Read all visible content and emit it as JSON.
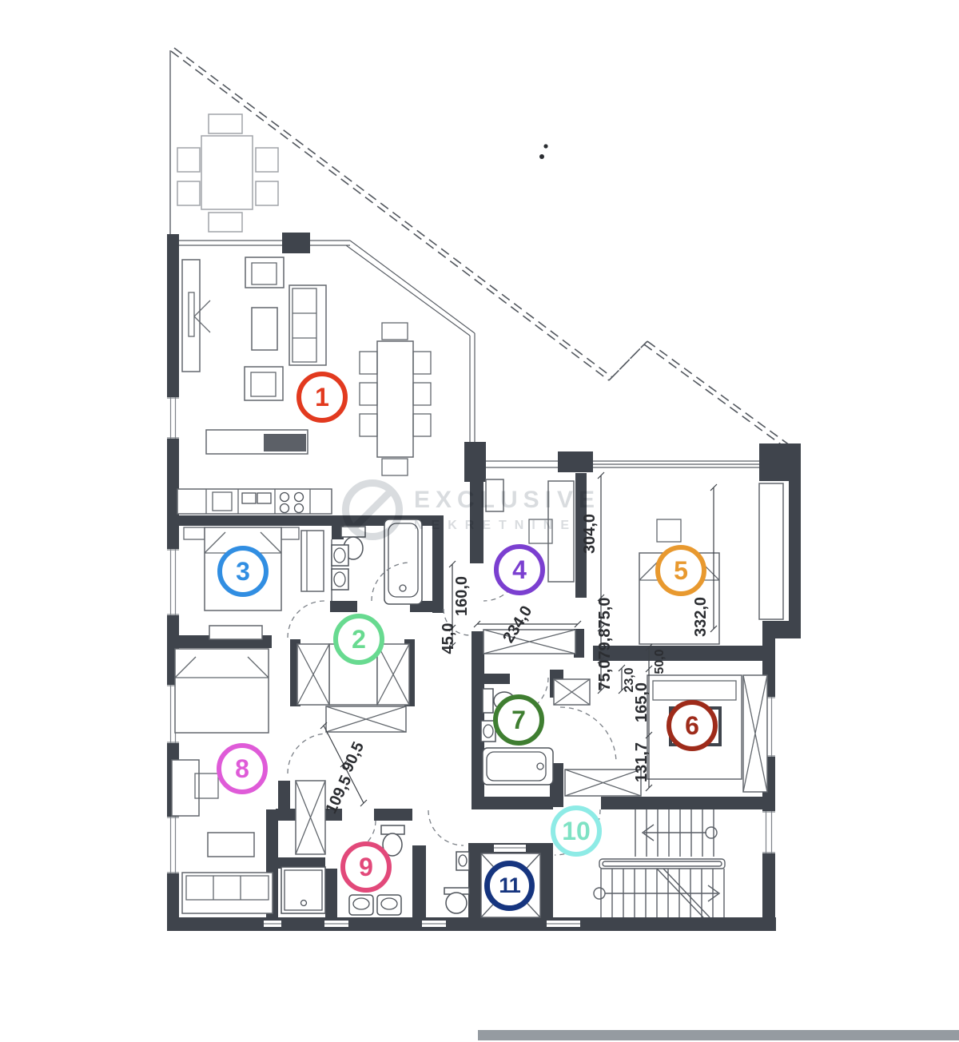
{
  "rooms": [
    {
      "number": "1",
      "color": "#e23a1f",
      "text_color": "#e23a1f"
    },
    {
      "number": "2",
      "color": "#68da90",
      "text_color": "#68da90"
    },
    {
      "number": "3",
      "color": "#318ee2",
      "text_color": "#318ee2"
    },
    {
      "number": "4",
      "color": "#7b3fd0",
      "text_color": "#7b3fd0"
    },
    {
      "number": "5",
      "color": "#e8992f",
      "text_color": "#e8992f"
    },
    {
      "number": "6",
      "color": "#9e2b1a",
      "text_color": "#9e2b1a"
    },
    {
      "number": "7",
      "color": "#3f7e31",
      "text_color": "#3f7e31"
    },
    {
      "number": "8",
      "color": "#df5bd8",
      "text_color": "#df5bd8"
    },
    {
      "number": "9",
      "color": "#e2497a",
      "text_color": "#e2497a"
    },
    {
      "number": "10",
      "color": "#8eebe6",
      "text_color": "#7fe2c4"
    },
    {
      "number": "11",
      "color": "#16357f",
      "text_color": "#16357f"
    }
  ],
  "dims": {
    "v304": "304,0",
    "v160": "160,0",
    "v45": "45,0",
    "v234": "234,0",
    "v75a": "75,0",
    "v79": "79,8",
    "v75b": "75,0",
    "v23": "23,0",
    "v50": "50,0",
    "v165": "165,0",
    "v131": "131,7",
    "v332": "332,0",
    "v90": "90,5",
    "v109": "109,5"
  },
  "watermark": {
    "brand": "EXCLUSIVE",
    "subtitle": "NEKRETNINE"
  },
  "colors": {
    "wall": "#3f444c",
    "line": "#5a5f66",
    "furniture": "#62676d",
    "fixture": "#4e535a",
    "terrace": "#a0a4a9",
    "dim": "#2b2d31",
    "watermark": "#b9bfc5",
    "scan_bar": "#959ba1"
  }
}
